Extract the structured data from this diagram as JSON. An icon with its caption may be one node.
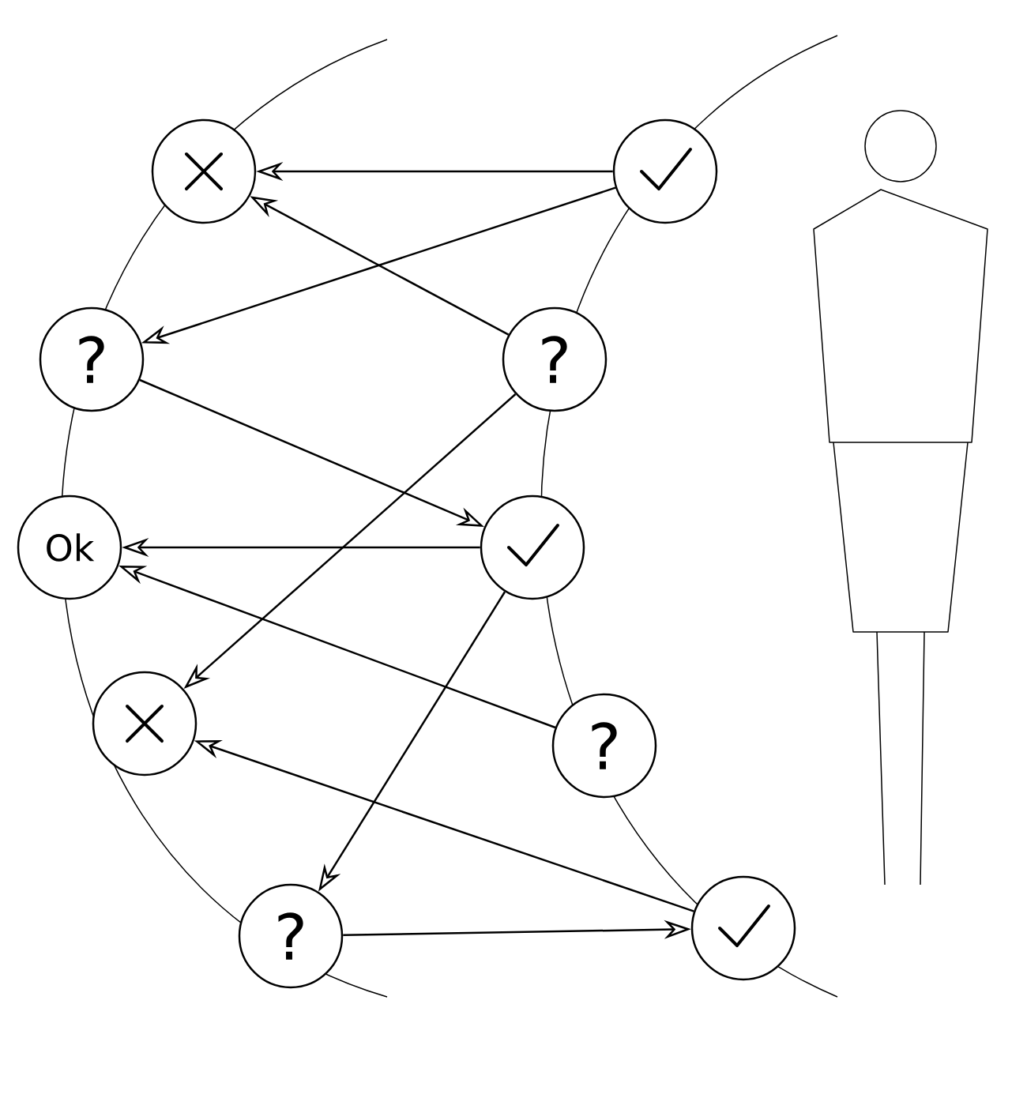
{
  "diagram": {
    "nodes": [
      {
        "text": [],
        "shape": "circle"
      },
      {
        "text": [],
        "shape": "circle"
      },
      {
        "text": [
          "?"
        ]
      },
      {
        "text": [
          "?"
        ]
      },
      {
        "text": [
          "Ok"
        ]
      },
      {
        "text": [],
        "shape": "circle"
      },
      {
        "text": [],
        "shape": "circle"
      },
      {
        "text": [
          "?"
        ]
      },
      {
        "text": [
          "?"
        ]
      },
      {
        "text": [],
        "shape": "circle"
      }
    ],
    "edges": [
      {
        "from": 1,
        "to": 0,
        "arrow": "to"
      },
      {
        "from": 3,
        "to": 0,
        "arrow": "to"
      },
      {
        "from": 1,
        "to": 2,
        "arrow": "to"
      },
      {
        "from": 2,
        "to": 5,
        "arrow": "to"
      },
      {
        "from": 3,
        "to": 6,
        "arrow": "to"
      },
      {
        "from": 5,
        "to": 4,
        "arrow": "to"
      },
      {
        "from": 7,
        "to": 4,
        "arrow": "to"
      },
      {
        "from": 5,
        "to": 8,
        "arrow": "to"
      },
      {
        "from": 9,
        "to": 6,
        "arrow": "to"
      },
      {
        "from": 8,
        "to": 9,
        "arrow": "to"
      }
    ]
  }
}
